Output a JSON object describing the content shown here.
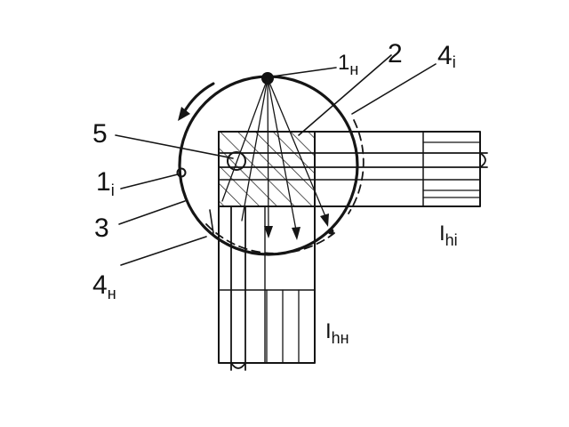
{
  "diagram": {
    "labels": {
      "source_top": {
        "main": "1",
        "sub": "н"
      },
      "hatched_element": {
        "main": "2"
      },
      "ring": {
        "main": "3"
      },
      "window_i": {
        "main": "4",
        "sub": "i"
      },
      "window_n": {
        "main": "4",
        "sub": "н"
      },
      "small_circle": {
        "main": "5"
      },
      "source_left": {
        "main": "1",
        "sub": "i"
      },
      "beam_i": {
        "main": "I",
        "sub": "hi"
      },
      "beam_n": {
        "main": "I",
        "sub": "hн"
      }
    },
    "colors": {
      "ink": "#151515",
      "paper": "#ffffff"
    }
  }
}
